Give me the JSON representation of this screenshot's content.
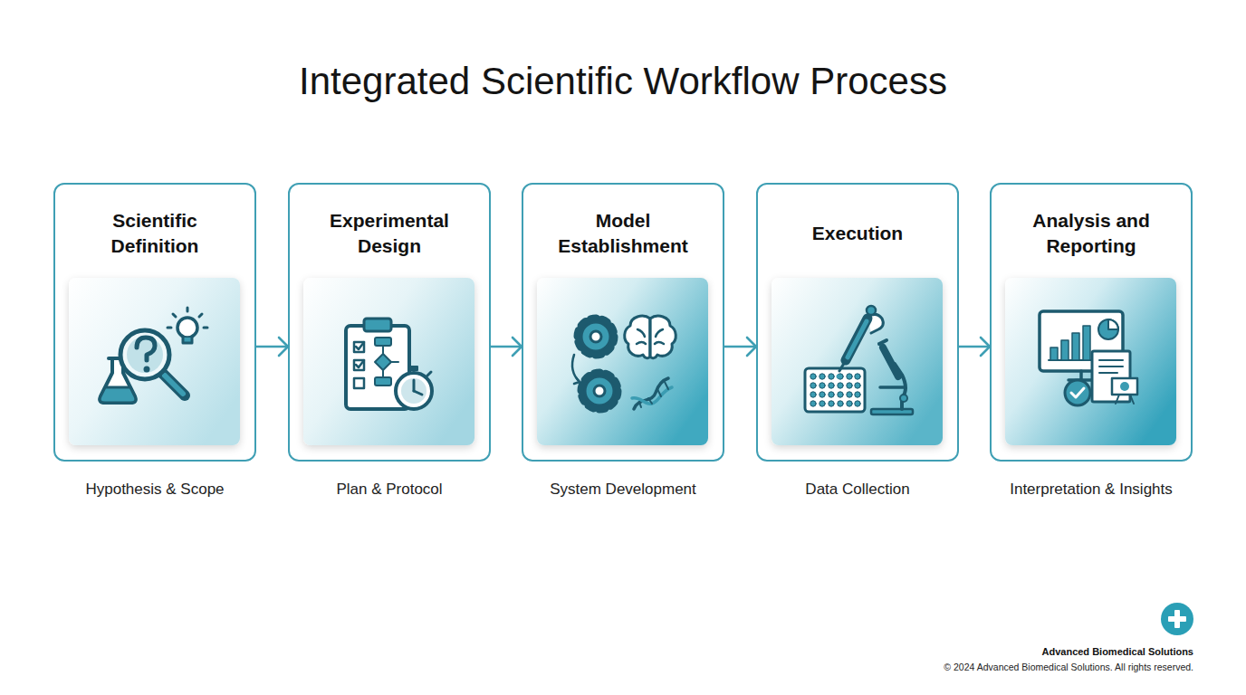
{
  "diagram": {
    "title": "Integrated Scientific Workflow Process",
    "nodes": [
      {
        "text": [
          "Scientific Definition",
          "Hypothesis & Scope"
        ]
      },
      {
        "text": [
          "Experimental Design",
          "Plan & Protocol"
        ]
      },
      {
        "text": [
          "Model Establishment",
          "System Development"
        ]
      },
      {
        "text": [
          "Execution",
          "Data Collection"
        ]
      },
      {
        "text": [
          "Analysis and Reporting",
          "Interpretation & Insights"
        ]
      }
    ],
    "edges": [
      {
        "from": 0,
        "to": 1,
        "arrow": "to"
      },
      {
        "from": 1,
        "to": 2,
        "arrow": "to"
      },
      {
        "from": 2,
        "to": 3,
        "arrow": "to"
      },
      {
        "from": 3,
        "to": 4,
        "arrow": "to"
      }
    ],
    "labels": [
      "Advanced Biomedical Solutions",
      "© 2024 Advanced Biomedical Solutions. All rights reserved."
    ]
  }
}
